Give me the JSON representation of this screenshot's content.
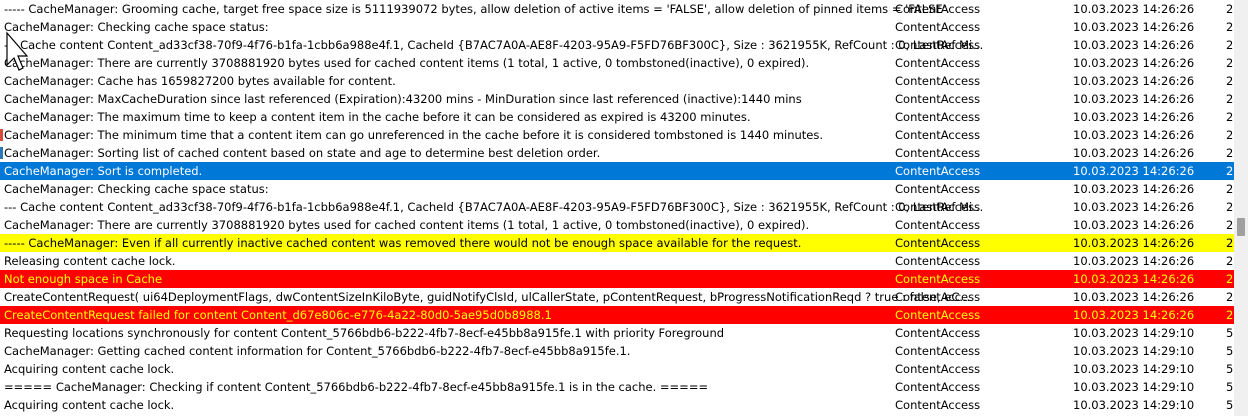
{
  "log": {
    "rows": [
      {
        "message": "----- CacheManager: Grooming cache, target free space size is 5111939072 bytes, allow deletion of active items = 'FALSE', allow deletion of pinned items = 'FALSE'.",
        "component": "ContentAccess",
        "time": "10.03.2023 14:26:26",
        "extra": "2",
        "state": "normal"
      },
      {
        "message": "CacheManager: Checking cache space status:",
        "component": "ContentAccess",
        "time": "10.03.2023 14:26:26",
        "extra": "2",
        "state": "normal"
      },
      {
        "message": "--- Cache content Content_ad33cf38-70f9-4f76-b1fa-1cbb6a988e4f.1, CacheId {B7AC7A0A-AE8F-4203-95A9-F5FD76BF300C}, Size : 3621955K, RefCount : 0, LastRef Mi...",
        "component": "ContentAccess",
        "time": "10.03.2023 14:26:26",
        "extra": "2",
        "state": "normal"
      },
      {
        "message": "CacheManager: There are currently 3708881920 bytes used for cached content items (1 total, 1 active, 0 tombstoned(inactive), 0 expired).",
        "component": "ContentAccess",
        "time": "10.03.2023 14:26:26",
        "extra": "2",
        "state": "normal"
      },
      {
        "message": "CacheManager: Cache has 1659827200 bytes available for content.",
        "component": "ContentAccess",
        "time": "10.03.2023 14:26:26",
        "extra": "2",
        "state": "normal"
      },
      {
        "message": "CacheManager: MaxCacheDuration since last referenced (Expiration):43200 mins - MinDuration since last referenced (inactive):1440 mins",
        "component": "ContentAccess",
        "time": "10.03.2023 14:26:26",
        "extra": "2",
        "state": "normal"
      },
      {
        "message": "CacheManager: The maximum time to keep a content item in the cache before it can be considered as expired is 43200 minutes.",
        "component": "ContentAccess",
        "time": "10.03.2023 14:26:26",
        "extra": "2",
        "state": "normal"
      },
      {
        "message": "CacheManager: The minimum time that a content item can go unreferenced in the cache before it is considered tombstoned is 1440 minutes.",
        "component": "ContentAccess",
        "time": "10.03.2023 14:26:26",
        "extra": "2",
        "state": "normal"
      },
      {
        "message": "CacheManager: Sorting list of cached content based on state and age to determine best deletion order.",
        "component": "ContentAccess",
        "time": "10.03.2023 14:26:26",
        "extra": "2",
        "state": "normal"
      },
      {
        "message": "CacheManager: Sort is completed.",
        "component": "ContentAccess",
        "time": "10.03.2023 14:26:26",
        "extra": "2",
        "state": "selected"
      },
      {
        "message": "CacheManager: Checking cache space status:",
        "component": "ContentAccess",
        "time": "10.03.2023 14:26:26",
        "extra": "2",
        "state": "normal"
      },
      {
        "message": "--- Cache content Content_ad33cf38-70f9-4f76-b1fa-1cbb6a988e4f.1, CacheId {B7AC7A0A-AE8F-4203-95A9-F5FD76BF300C}, Size : 3621955K, RefCount : 0, LastRef Mi...",
        "component": "ContentAccess",
        "time": "10.03.2023 14:26:26",
        "extra": "2",
        "state": "normal"
      },
      {
        "message": "CacheManager: There are currently 3708881920 bytes used for cached content items (1 total, 1 active, 0 tombstoned(inactive), 0 expired).",
        "component": "ContentAccess",
        "time": "10.03.2023 14:26:26",
        "extra": "2",
        "state": "normal"
      },
      {
        "message": "----- CacheManager: Even if all currently inactive cached content was removed there would not be enough space available for the request.",
        "component": "ContentAccess",
        "time": "10.03.2023 14:26:26",
        "extra": "2",
        "state": "warning"
      },
      {
        "message": "Releasing content cache lock.",
        "component": "ContentAccess",
        "time": "10.03.2023 14:26:26",
        "extra": "2",
        "state": "normal"
      },
      {
        "message": "Not enough space in Cache",
        "component": "ContentAccess",
        "time": "10.03.2023 14:26:26",
        "extra": "2",
        "state": "error"
      },
      {
        "message": "CreateContentRequest( ui64DeploymentFlags, dwContentSizeInKiloByte, guidNotifyClsId, ulCallerState, pContentRequest, bProgressNotificationReqd ? true : false, eC...",
        "component": "ContentAccess",
        "time": "10.03.2023 14:26:26",
        "extra": "2",
        "state": "normal"
      },
      {
        "message": "CreateContentRequest failed for content Content_d67e806c-e776-4a22-80d0-5ae95d0b8988.1",
        "component": "ContentAccess",
        "time": "10.03.2023 14:26:26",
        "extra": "2",
        "state": "error"
      },
      {
        "message": "Requesting locations synchronously for content Content_5766bdb6-b222-4fb7-8ecf-e45bb8a915fe.1 with priority Foreground",
        "component": "ContentAccess",
        "time": "10.03.2023 14:29:10",
        "extra": "5",
        "state": "normal"
      },
      {
        "message": "CacheManager: Getting cached content information for Content_5766bdb6-b222-4fb7-8ecf-e45bb8a915fe.1.",
        "component": "ContentAccess",
        "time": "10.03.2023 14:29:10",
        "extra": "5",
        "state": "normal"
      },
      {
        "message": "Acquiring content cache lock.",
        "component": "ContentAccess",
        "time": "10.03.2023 14:29:10",
        "extra": "5",
        "state": "normal"
      },
      {
        "message": "===== CacheManager: Checking if content Content_5766bdb6-b222-4fb7-8ecf-e45bb8a915fe.1 is in the cache. =====",
        "component": "ContentAccess",
        "time": "10.03.2023 14:29:10",
        "extra": "5",
        "state": "normal"
      },
      {
        "message": "Acquiring content cache lock.",
        "component": "ContentAccess",
        "time": "10.03.2023 14:29:10",
        "extra": "5",
        "state": "normal"
      }
    ]
  },
  "colors": {
    "selected_bg": "#0078d7",
    "warning_bg": "#ffff00",
    "error_bg": "#ff0000",
    "error_text": "#ffff00",
    "left_markers": [
      "#2a7ab8",
      "#d64b3b"
    ]
  },
  "icons": {
    "cursor": "mouse-pointer-icon"
  }
}
